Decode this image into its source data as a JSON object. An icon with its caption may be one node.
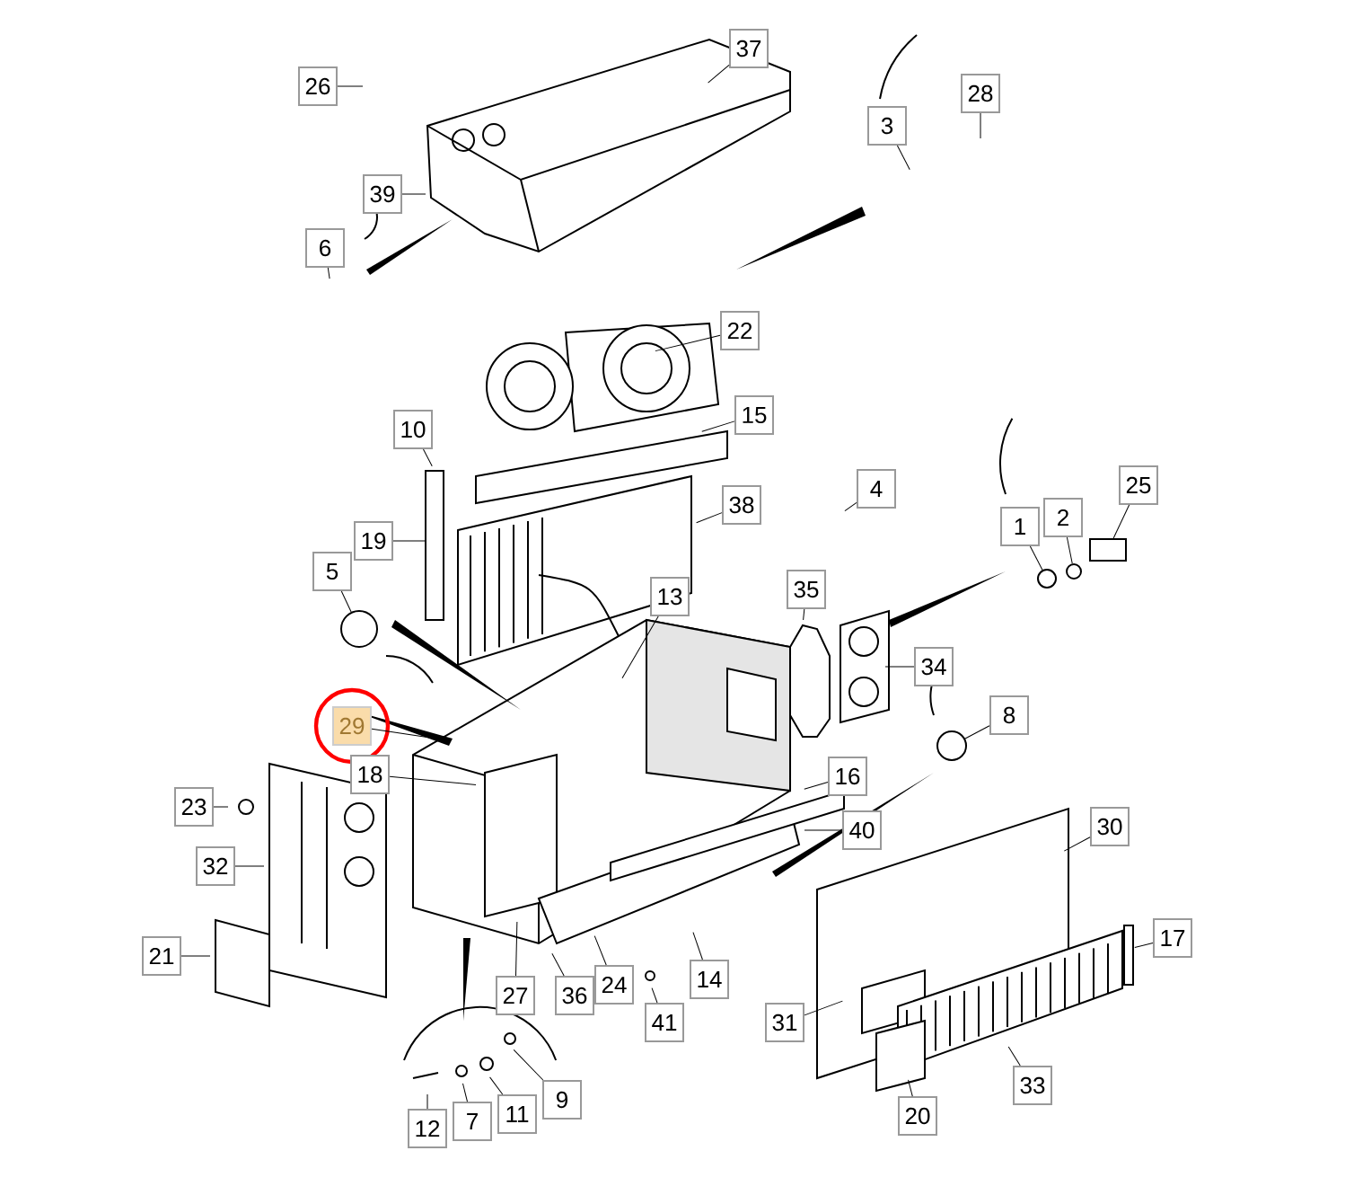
{
  "diagram": {
    "nodes": [
      {
        "text": [
          "37"
        ]
      },
      {
        "text": [
          "26"
        ]
      },
      {
        "text": [
          "28"
        ]
      },
      {
        "text": [
          "3"
        ]
      },
      {
        "text": [
          "39"
        ]
      },
      {
        "text": [
          "6"
        ]
      },
      {
        "text": [
          "22"
        ]
      },
      {
        "text": [
          "15"
        ]
      },
      {
        "text": [
          "10"
        ]
      },
      {
        "text": [
          "4"
        ]
      },
      {
        "text": [
          "38"
        ]
      },
      {
        "text": [
          "1"
        ]
      },
      {
        "text": [
          "2"
        ]
      },
      {
        "text": [
          "25"
        ]
      },
      {
        "text": [
          "19"
        ]
      },
      {
        "text": [
          "13"
        ]
      },
      {
        "text": [
          "5"
        ]
      },
      {
        "text": [
          "35"
        ]
      },
      {
        "text": [
          "34"
        ]
      },
      {
        "text": [
          "29"
        ]
      },
      {
        "text": [
          "8"
        ]
      },
      {
        "text": [
          "18"
        ]
      },
      {
        "text": [
          "16"
        ]
      },
      {
        "text": [
          "23"
        ]
      },
      {
        "text": [
          "40"
        ]
      },
      {
        "text": [
          "30"
        ]
      },
      {
        "text": [
          "32"
        ]
      },
      {
        "text": [
          "17"
        ]
      },
      {
        "text": [
          "21"
        ]
      },
      {
        "text": [
          "14"
        ]
      },
      {
        "text": [
          "27"
        ]
      },
      {
        "text": [
          "36"
        ]
      },
      {
        "text": [
          "24"
        ]
      },
      {
        "text": [
          "41"
        ]
      },
      {
        "text": [
          "31"
        ]
      },
      {
        "text": [
          "12"
        ]
      },
      {
        "text": [
          "7"
        ]
      },
      {
        "text": [
          "11"
        ]
      },
      {
        "text": [
          "9"
        ]
      },
      {
        "text": [
          "33"
        ]
      },
      {
        "text": [
          "20"
        ]
      },
      {
        "text": [],
        "shape": "circle"
      },
      {
        "text": [],
        "shape": "circle"
      },
      {
        "text": [],
        "shape": "box"
      },
      {
        "text": [],
        "shape": "circle"
      },
      {
        "text": [],
        "shape": "circle"
      }
    ],
    "edges": [
      {
        "from": 0,
        "to": null,
        "arrow": "none"
      },
      {
        "from": 1,
        "to": null,
        "arrow": "none"
      },
      {
        "from": 2,
        "to": null,
        "arrow": "none"
      },
      {
        "from": 3,
        "to": null,
        "arrow": "none"
      },
      {
        "from": 4,
        "to": null,
        "arrow": "none"
      },
      {
        "from": 5,
        "to": null,
        "arrow": "none"
      },
      {
        "from": 6,
        "to": null,
        "arrow": "none"
      },
      {
        "from": 7,
        "to": null,
        "arrow": "none"
      },
      {
        "from": 8,
        "to": null,
        "arrow": "none"
      },
      {
        "from": 9,
        "to": null,
        "arrow": "none"
      },
      {
        "from": 10,
        "to": null,
        "arrow": "none"
      },
      {
        "from": 11,
        "to": 44,
        "arrow": "none"
      },
      {
        "from": 12,
        "to": 45,
        "arrow": "none"
      },
      {
        "from": 13,
        "to": 43,
        "arrow": "none"
      },
      {
        "from": 14,
        "to": null,
        "arrow": "none"
      },
      {
        "from": 15,
        "to": null,
        "arrow": "none"
      },
      {
        "from": 16,
        "to": 41,
        "arrow": "none"
      },
      {
        "from": 17,
        "to": null,
        "arrow": "none"
      },
      {
        "from": 18,
        "to": null,
        "arrow": "none"
      },
      {
        "from": 19,
        "to": null,
        "arrow": "none"
      },
      {
        "from": 20,
        "to": 42,
        "arrow": "none"
      },
      {
        "from": 21,
        "to": null,
        "arrow": "none"
      },
      {
        "from": 22,
        "to": null,
        "arrow": "none"
      },
      {
        "from": 23,
        "to": null,
        "arrow": "none"
      },
      {
        "from": 24,
        "to": null,
        "arrow": "none"
      },
      {
        "from": 25,
        "to": null,
        "arrow": "none"
      },
      {
        "from": 26,
        "to": null,
        "arrow": "none"
      },
      {
        "from": 27,
        "to": null,
        "arrow": "none"
      },
      {
        "from": 28,
        "to": null,
        "arrow": "none"
      },
      {
        "from": 29,
        "to": null,
        "arrow": "none"
      },
      {
        "from": 30,
        "to": null,
        "arrow": "none"
      },
      {
        "from": 31,
        "to": null,
        "arrow": "none"
      },
      {
        "from": 32,
        "to": null,
        "arrow": "none"
      },
      {
        "from": 33,
        "to": null,
        "arrow": "none"
      },
      {
        "from": 34,
        "to": null,
        "arrow": "none"
      },
      {
        "from": 35,
        "to": null,
        "arrow": "none"
      },
      {
        "from": 36,
        "to": null,
        "arrow": "none"
      },
      {
        "from": 37,
        "to": null,
        "arrow": "none"
      },
      {
        "from": 38,
        "to": null,
        "arrow": "none"
      },
      {
        "from": 39,
        "to": null,
        "arrow": "none"
      },
      {
        "from": 40,
        "to": null,
        "arrow": "none"
      }
    ]
  }
}
